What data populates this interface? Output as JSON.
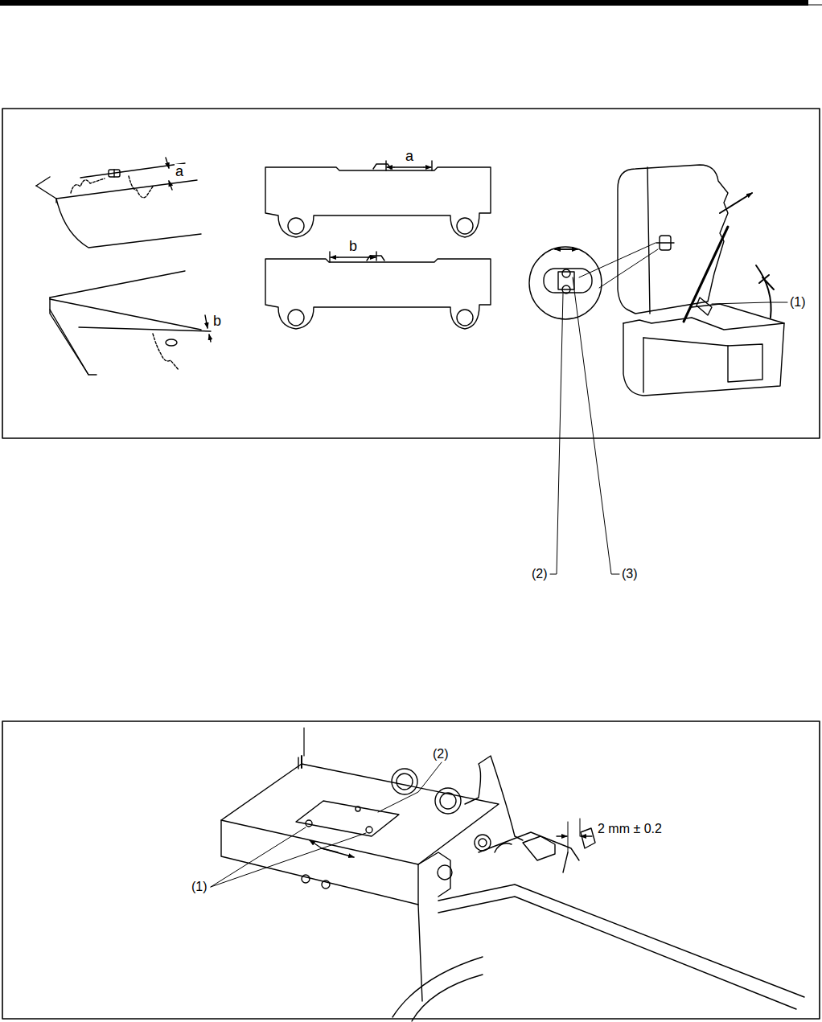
{
  "diagram": {
    "labels": [
      "a",
      "a",
      "b",
      "b",
      "(2)",
      "(3)",
      "(1)",
      "(2)",
      "(1)",
      "2 mm ± 0.2"
    ]
  }
}
